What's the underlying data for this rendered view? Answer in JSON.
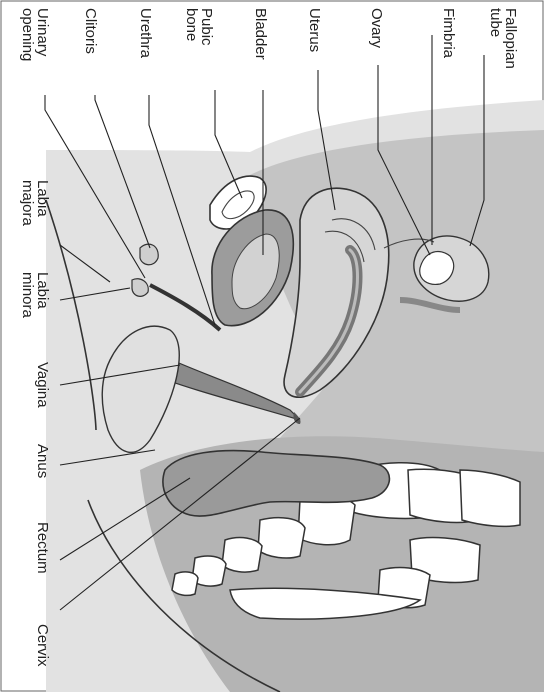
{
  "diagram": {
    "labels": {
      "fallopian_tube_1": "Fallopian",
      "fallopian_tube_2": "tube",
      "fimbria": "Fimbria",
      "ovary": "Ovary",
      "uterus": "Uterus",
      "bladder": "Bladder",
      "pubic_bone_1": "Pubic",
      "pubic_bone_2": "bone",
      "urethra": "Urethra",
      "clitoris": "Clitoris",
      "urinary_opening_1": "Urinary",
      "urinary_opening_2": "opening",
      "labia_majora_1": "Labia",
      "labia_majora_2": "majora",
      "labia_minora_1": "Labia",
      "labia_minora_2": "minora",
      "vagina": "Vagina",
      "anus": "Anus",
      "rectum": "Rectum",
      "cervix": "Cervix"
    },
    "colors": {
      "background": "#ffffff",
      "body_light": "#e0e0e0",
      "body_mid": "#bdbdbd",
      "organ_dark": "#9a9a9a",
      "organ_light": "#d4d4d4",
      "bone": "#ffffff",
      "text": "#222222"
    }
  }
}
